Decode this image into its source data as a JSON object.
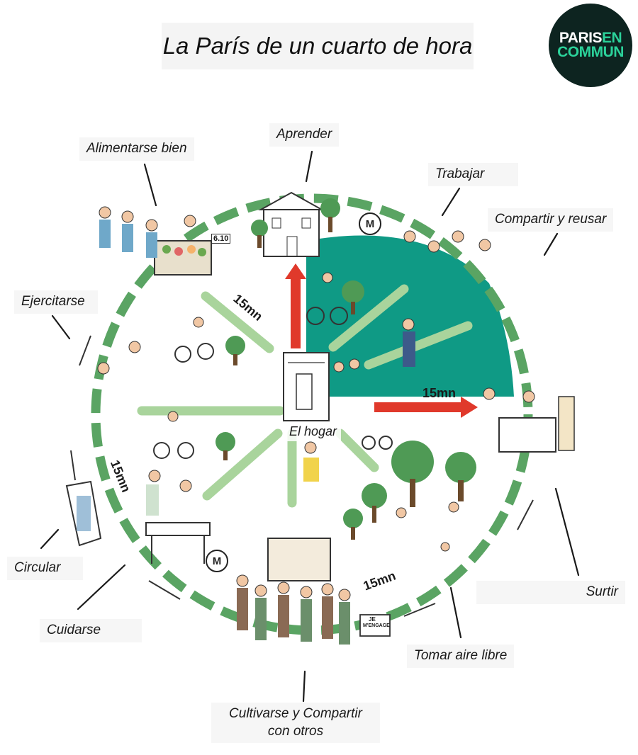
{
  "title": "La París de un cuarto de hora",
  "logo": {
    "line1_a": "PARIS",
    "line1_b": "EN",
    "line2": "COMMUN"
  },
  "center_label": "El hogar",
  "labels": {
    "aprender": "Aprender",
    "alimentarse": "Alimentarse bien",
    "trabajar": "Trabajar",
    "compartir": "Compartir y reusar",
    "ejercitarse": "Ejercitarse",
    "circular": "Circular",
    "cuidarse": "Cuidarse",
    "cultivarse_1": "Cultivarse y Compartir",
    "cultivarse_2": "con otros",
    "tomar": "Tomar aire libre",
    "surtir": "Surtir"
  },
  "distance_marks": [
    "15mn",
    "15mn",
    "15mn",
    "15mn"
  ],
  "metro_symbol": "M",
  "market_sign": "6.10",
  "booth_sign_1": "JE",
  "booth_sign_2": "M'ENGAGE",
  "colors": {
    "quarter_fill": "#0f9a85",
    "road": "#a9d49c",
    "arrow": "#e0392b",
    "dash": "#5aa463",
    "logo_bg": "#0d2420",
    "logo_accent": "#2bd29a"
  }
}
